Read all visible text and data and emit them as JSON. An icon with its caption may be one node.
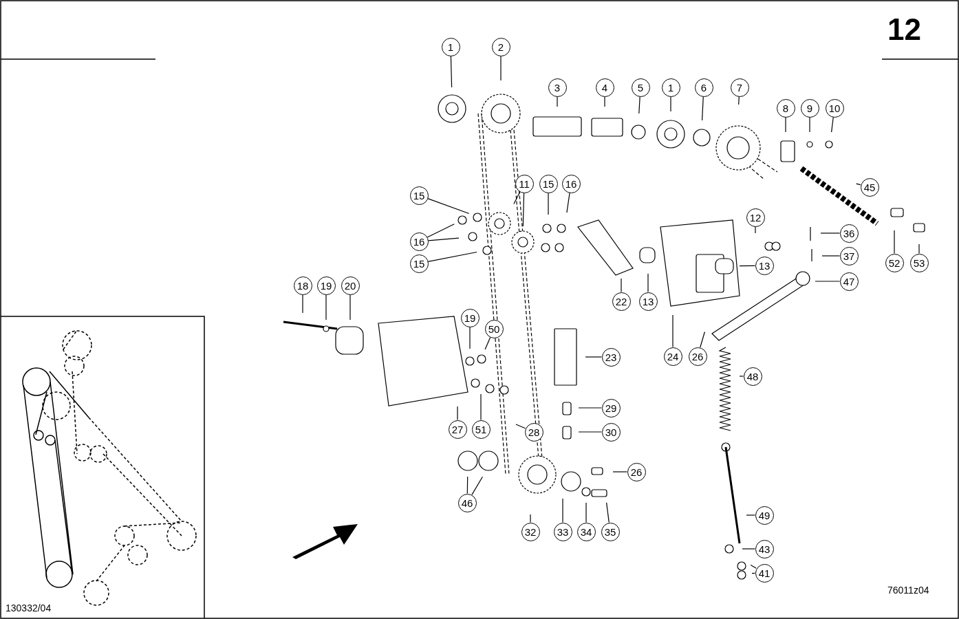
{
  "diagram": {
    "nodes": [
      {
        "text": [
          "1"
        ]
      },
      {
        "text": [
          "2"
        ]
      },
      {
        "text": [
          "3"
        ]
      },
      {
        "text": [
          "4"
        ]
      },
      {
        "text": [
          "5"
        ]
      },
      {
        "text": [
          "1"
        ]
      },
      {
        "text": [
          "6"
        ]
      },
      {
        "text": [
          "7"
        ]
      },
      {
        "text": [
          "8"
        ]
      },
      {
        "text": [
          "9"
        ]
      },
      {
        "text": [
          "10"
        ]
      },
      {
        "text": [
          "45"
        ]
      },
      {
        "text": [
          "11"
        ]
      },
      {
        "text": [
          "15"
        ]
      },
      {
        "text": [
          "16"
        ]
      },
      {
        "text": [
          "15"
        ]
      },
      {
        "text": [
          "16"
        ]
      },
      {
        "text": [
          "15"
        ]
      },
      {
        "text": [
          "12"
        ]
      },
      {
        "text": [
          "36"
        ]
      },
      {
        "text": [
          "37"
        ]
      },
      {
        "text": [
          "52"
        ]
      },
      {
        "text": [
          "53"
        ]
      },
      {
        "text": [
          "22"
        ]
      },
      {
        "text": [
          "13"
        ]
      },
      {
        "text": [
          "13"
        ]
      },
      {
        "text": [
          "47"
        ]
      },
      {
        "text": [
          "18"
        ]
      },
      {
        "text": [
          "19"
        ]
      },
      {
        "text": [
          "20"
        ]
      },
      {
        "text": [
          "19"
        ]
      },
      {
        "text": [
          "50"
        ]
      },
      {
        "text": [
          "23"
        ]
      },
      {
        "text": [
          "24"
        ]
      },
      {
        "text": [
          "26"
        ]
      },
      {
        "text": [
          "48"
        ]
      },
      {
        "text": [
          "27"
        ]
      },
      {
        "text": [
          "51"
        ]
      },
      {
        "text": [
          "28"
        ]
      },
      {
        "text": [
          "29"
        ]
      },
      {
        "text": [
          "30"
        ]
      },
      {
        "text": [
          "46"
        ]
      },
      {
        "text": [
          "32"
        ]
      },
      {
        "text": [
          "33"
        ]
      },
      {
        "text": [
          "34"
        ]
      },
      {
        "text": [
          "35"
        ]
      },
      {
        "text": [
          "26"
        ]
      },
      {
        "text": [
          "49"
        ]
      },
      {
        "text": [
          "43"
        ]
      },
      {
        "text": [
          "41"
        ]
      }
    ],
    "edges": [
      {
        "from": 0,
        "to": null,
        "arrow": "none"
      },
      {
        "from": 1,
        "to": null,
        "arrow": "none"
      },
      {
        "from": 2,
        "to": null,
        "arrow": "none"
      },
      {
        "from": 3,
        "to": null,
        "arrow": "none"
      },
      {
        "from": 4,
        "to": null,
        "arrow": "none"
      },
      {
        "from": 5,
        "to": null,
        "arrow": "none"
      },
      {
        "from": 6,
        "to": null,
        "arrow": "none"
      },
      {
        "from": 7,
        "to": null,
        "arrow": "none"
      },
      {
        "from": 8,
        "to": null,
        "arrow": "none"
      },
      {
        "from": 9,
        "to": null,
        "arrow": "none"
      },
      {
        "from": 10,
        "to": null,
        "arrow": "none"
      },
      {
        "from": 11,
        "to": null,
        "arrow": "none"
      },
      {
        "from": 12,
        "to": null,
        "arrow": "none"
      },
      {
        "from": 12,
        "to": null,
        "arrow": "none"
      },
      {
        "from": 13,
        "to": null,
        "arrow": "none"
      },
      {
        "from": 14,
        "to": null,
        "arrow": "none"
      },
      {
        "from": 15,
        "to": null,
        "arrow": "none"
      },
      {
        "from": 16,
        "to": null,
        "arrow": "none"
      },
      {
        "from": 16,
        "to": null,
        "arrow": "none"
      },
      {
        "from": 17,
        "to": null,
        "arrow": "none"
      },
      {
        "from": 18,
        "to": null,
        "arrow": "none"
      },
      {
        "from": 19,
        "to": null,
        "arrow": "none"
      },
      {
        "from": 20,
        "to": null,
        "arrow": "none"
      },
      {
        "from": 21,
        "to": null,
        "arrow": "none"
      },
      {
        "from": 22,
        "to": null,
        "arrow": "none"
      },
      {
        "from": 23,
        "to": null,
        "arrow": "none"
      },
      {
        "from": 24,
        "to": null,
        "arrow": "none"
      },
      {
        "from": 25,
        "to": null,
        "arrow": "none"
      },
      {
        "from": 26,
        "to": null,
        "arrow": "none"
      },
      {
        "from": 27,
        "to": null,
        "arrow": "none"
      },
      {
        "from": 28,
        "to": null,
        "arrow": "none"
      },
      {
        "from": 29,
        "to": null,
        "arrow": "none"
      },
      {
        "from": 30,
        "to": null,
        "arrow": "none"
      },
      {
        "from": 31,
        "to": null,
        "arrow": "none"
      },
      {
        "from": 32,
        "to": null,
        "arrow": "none"
      },
      {
        "from": 33,
        "to": null,
        "arrow": "none"
      },
      {
        "from": 34,
        "to": null,
        "arrow": "none"
      },
      {
        "from": 35,
        "to": null,
        "arrow": "none"
      },
      {
        "from": 36,
        "to": null,
        "arrow": "none"
      },
      {
        "from": 37,
        "to": null,
        "arrow": "none"
      },
      {
        "from": 38,
        "to": null,
        "arrow": "none"
      },
      {
        "from": 39,
        "to": null,
        "arrow": "none"
      },
      {
        "from": 40,
        "to": null,
        "arrow": "none"
      },
      {
        "from": 41,
        "to": null,
        "arrow": "none"
      },
      {
        "from": 41,
        "to": null,
        "arrow": "none"
      },
      {
        "from": 42,
        "to": null,
        "arrow": "none"
      },
      {
        "from": 43,
        "to": null,
        "arrow": "none"
      },
      {
        "from": 44,
        "to": null,
        "arrow": "none"
      },
      {
        "from": 45,
        "to": null,
        "arrow": "none"
      },
      {
        "from": 46,
        "to": null,
        "arrow": "none"
      },
      {
        "from": 47,
        "to": null,
        "arrow": "none"
      },
      {
        "from": 48,
        "to": null,
        "arrow": "none"
      },
      {
        "from": 49,
        "to": null,
        "arrow": "none"
      },
      {
        "from": 49,
        "to": null,
        "arrow": "none"
      }
    ],
    "labels": [
      "12",
      "130332/04",
      "76011z04"
    ]
  }
}
